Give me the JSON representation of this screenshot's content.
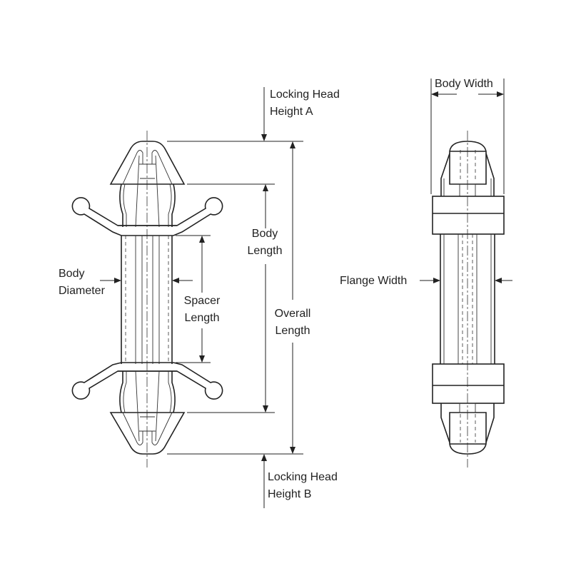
{
  "labels": {
    "locking_head_a": [
      "Locking Head",
      "Height A"
    ],
    "body_length": [
      "Body",
      "Length"
    ],
    "overall_length": [
      "Overall",
      "Length"
    ],
    "spacer_length": [
      "Spacer",
      "Length"
    ],
    "body_diameter": [
      "Body",
      "Diameter"
    ],
    "body_width": "Body Width",
    "flange_width": "Flange Width",
    "locking_head_b": [
      "Locking Head",
      "Height B"
    ]
  }
}
